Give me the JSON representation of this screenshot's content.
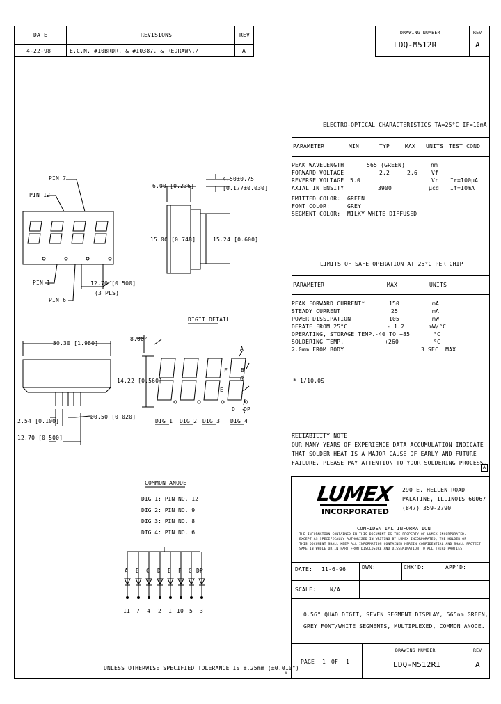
{
  "revision_block": {
    "headers": {
      "date": "DATE",
      "revisions": "REVISIONS",
      "rev": "REV"
    },
    "row": {
      "date": "4-22-98",
      "description": "E.C.N. #10BRDR. & #10387. & REDRAWN./",
      "rev": "A"
    }
  },
  "drawing_number_block": {
    "label": "DRAWING NUMBER",
    "value": "LDQ-M512R",
    "rev_label": "REV",
    "rev_value": "A"
  },
  "front_view": {
    "pin7": "PIN 7",
    "pin12": "PIN 12",
    "pin1": "PIN 1",
    "pin6": "PIN 6",
    "pitch": "12.70 [0.500]",
    "pitch_note": "(3 PLS)"
  },
  "side_view": {
    "dim_top_width": "6.00 [0.236]",
    "dim_pin_len": "4.50±0.75",
    "dim_pin_len_in": "[0.177±0.030]",
    "dim_height": "15.00 [0.748]",
    "dim_pin_spacing": "15.24 [0.600]"
  },
  "digit_detail": {
    "title": "DIGIT DETAIL",
    "slant": "8.00°",
    "digit_height": "14.22 [0.560]",
    "segments": {
      "a": "A",
      "b": "B",
      "c": "C",
      "d": "D",
      "e": "E",
      "f": "F",
      "g": "G",
      "dp": "DP"
    },
    "digit_labels": [
      "DIG 1",
      "DIG 2",
      "DIG 3",
      "DIG 4"
    ]
  },
  "bottom_view": {
    "overall": "50.30 [1.980]",
    "pin_pitch": "2.54 [0.100]",
    "pin_dia": "Ø0.50 [0.020]",
    "row_spacing": "12.70 [0.500]"
  },
  "common_anode": {
    "title": "COMMON ANODE",
    "items": [
      "DIG 1: PIN NO. 12",
      "DIG 2: PIN NO. 9",
      "DIG 3: PIN NO. 8",
      "DIG 4: PIN NO. 6"
    ],
    "segment_labels": [
      "A",
      "B",
      "C",
      "D",
      "E",
      "F",
      "G",
      "DP"
    ],
    "pin_numbers": [
      "11",
      "7",
      "4",
      "2",
      "1",
      "10",
      "5",
      "3"
    ]
  },
  "electro_optical": {
    "title": "ELECTRO-OPTICAL CHARACTERISTICS TA=25°C IF=10mA",
    "headers": [
      "PARAMETER",
      "MIN",
      "TYP",
      "MAX",
      "UNITS",
      "TEST COND"
    ],
    "rows": [
      {
        "param": "PEAK WAVELENGTH",
        "min": "",
        "typ": "565 (GREEN)",
        "max": "",
        "units": "nm",
        "cond": ""
      },
      {
        "param": "FORWARD VOLTAGE",
        "min": "",
        "typ": "2.2",
        "max": "2.6",
        "units": "Vf",
        "cond": ""
      },
      {
        "param": "REVERSE VOLTAGE",
        "min": "5.0",
        "typ": "",
        "max": "",
        "units": "Vr",
        "cond": "Ir=100µA"
      },
      {
        "param": "AXIAL INTENSITY",
        "min": "",
        "typ": "3900",
        "max": "",
        "units": "µcd",
        "cond": "If=10mA"
      },
      {
        "param": "EMITTED COLOR:",
        "min": "GREEN",
        "typ": "",
        "max": "",
        "units": "",
        "cond": ""
      },
      {
        "param": "FONT COLOR:",
        "min": "GREY",
        "typ": "",
        "max": "",
        "units": "",
        "cond": ""
      },
      {
        "param": "SEGMENT COLOR:",
        "min": "MILKY WHITE DIFFUSED",
        "typ": "",
        "max": "",
        "units": "",
        "cond": ""
      }
    ]
  },
  "safe_operation": {
    "title": "LIMITS OF SAFE OPERATION AT 25°C PER CHIP",
    "headers": [
      "PARAMETER",
      "MAX",
      "UNITS"
    ],
    "rows": [
      {
        "param": "PEAK FORWARD CURRENT*",
        "max": "150",
        "units": "mA"
      },
      {
        "param": "STEADY CURRENT",
        "max": "25",
        "units": "mA"
      },
      {
        "param": "POWER DISSIPATION",
        "max": "105",
        "units": "mW"
      },
      {
        "param": "DERATE FROM 25°C",
        "max": "- 1.2",
        "units": "mW/°C"
      },
      {
        "param": "OPERATING, STORAGE TEMP.",
        "max": "-40 TO +85",
        "units": "°C"
      },
      {
        "param": "SOLDERING TEMP.",
        "max": "+260",
        "units": "°C"
      },
      {
        "param": "2.0mm FROM BODY",
        "max": "",
        "units": "3 SEC. MAX"
      }
    ],
    "footnote": "* 1/10,0S"
  },
  "reliability": {
    "title": "RELIABILITY NOTE",
    "lines": [
      "OUR MANY YEARS OF EXPERIENCE DATA ACCUMULATION INDICATE",
      "THAT SOLDER HEAT IS A MAJOR CAUSE OF EARLY AND FUTURE",
      "FAILURE. PLEASE PAY ATTENTION TO YOUR SOLDERING PROCESS."
    ]
  },
  "title_block": {
    "logo": "LUMEX",
    "logo_sub": "INCORPORATED",
    "address": [
      "290 E. HELLEN ROAD",
      "PALATINE, ILLINOIS 60067",
      "(847) 359-2790"
    ],
    "confidential_title": "CONFIDENTIAL INFORMATION",
    "confidential_lines": [
      "THE INFORMATION CONTAINED IN THIS DOCUMENT IS THE PROPERTY OF LUMEX INCORPORATED.",
      "EXCEPT AS SPECIFICALLY AUTHORIZED IN WRITING BY LUMEX INCORPORATED, THE HOLDER OF",
      "THIS DOCUMENT SHALL KEEP ALL INFORMATION CONTAINED HEREIN CONFIDENTIAL AND SHALL PROTECT",
      "SAME IN WHOLE OR IN PART FROM DISCLOSURE AND DISSEMINATION TO ALL THIRD PARTIES."
    ],
    "date_label": "DATE:",
    "date_value": "11-6-96",
    "dwn_label": "DWN:",
    "chkd_label": "CHK'D:",
    "appd_label": "APP'D:",
    "scale_label": "SCALE:",
    "scale_value": "N/A",
    "description_lines": [
      "0.56\" QUAD DIGIT, SEVEN SEGMENT DISPLAY, 565nm GREEN,",
      "GREY FONT/WHITE SEGMENTS, MULTIPLEXED, COMMON ANODE."
    ],
    "page_label": "PAGE",
    "page_value": "1",
    "of_label": "OF",
    "page_total": "1",
    "drawing_number_label": "DRAWING NUMBER",
    "drawing_number": "LDQ-M512RI",
    "rev_label": "REV",
    "rev_value": "A"
  },
  "tolerance_note": "UNLESS OTHERWISE SPECIFIED TOLERANCE IS ±.25mm (±0.010\")",
  "corner_marks": {
    "right_mark": "A",
    "bottom_mark": "W"
  }
}
